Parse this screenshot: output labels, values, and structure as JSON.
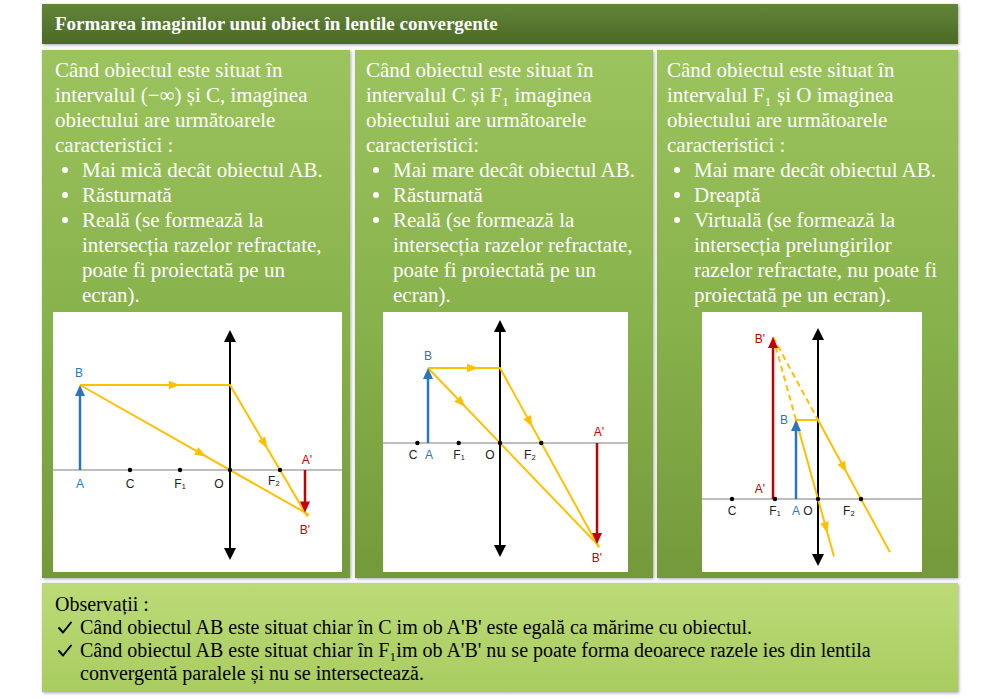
{
  "diagram": {
    "title": "Formarea imaginilor unui obiect în lentile convergente",
    "nodes": [
      {
        "text": [
          "Când obiectul este situat în intervalul (−∞) și C, imaginea obiectului are următoarele caracteristici :",
          "Mai mică decât obiectul AB.",
          "Răsturnată",
          "Reală (se formează la intersecția razelor refractate, poate fi proiectată pe un ecran)."
        ]
      },
      {
        "text": [
          "Când obiectul este situat în intervalul C și F₁ imaginea obiectului are următoarele caracteristici:",
          "Mai mare decât obiectul AB.",
          "Răsturnată",
          "Reală (se formează la intersecția razelor refractate, poate fi proiectată pe un ecran)."
        ]
      },
      {
        "text": [
          "Când obiectul este situat în intervalul F₁ și O imaginea obiectului are următoarele caracteristici :",
          "Mai mare decât obiectul AB.",
          "Dreaptă",
          "Virtuală (se formează la intersecția prelungirilor razelor refractate, nu poate fi proiectată pe un ecran)."
        ]
      },
      {
        "text": [
          "Observații :",
          "Când obiectul AB este situat chiar în C im ob A'B' este egală ca mărime cu obiectul.",
          "Când obiectul AB este situat chiar în F₁im ob A'B' nu se poate forma deoarece razele ies din lentila convergentă paralele și nu se intersectează."
        ]
      }
    ],
    "labels": [
      "B",
      "A",
      "C",
      "F₁",
      "O",
      "F₂",
      "A'",
      "B'",
      "B",
      "C",
      "A",
      "F₁",
      "O",
      "F₂",
      "A'",
      "B'",
      "B'",
      "B",
      "A'",
      "C",
      "F₁",
      "A",
      "O",
      "F₂"
    ]
  }
}
